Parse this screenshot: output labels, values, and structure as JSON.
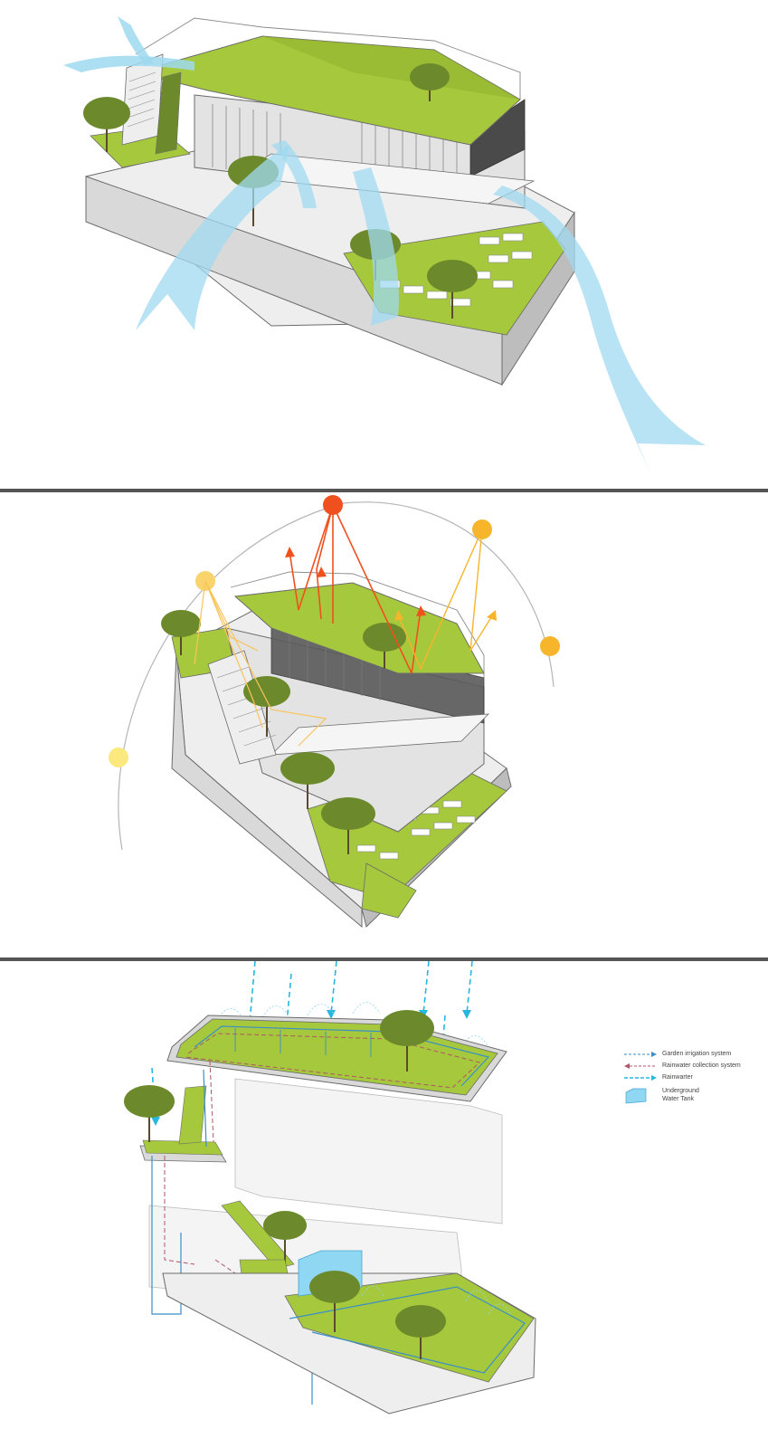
{
  "colors": {
    "greenroof": "#a6c83c",
    "greenroof_dark": "#8fb02e",
    "concrete": "#d9d9d9",
    "concrete_dark": "#bdbdbd",
    "outline": "#6b6b6b",
    "wind": "#9fd9f0",
    "sun_red": "#f0501e",
    "sun_orange": "#f7b52b",
    "sun_pale": "#f9d36b",
    "sun_light": "#fbe97d",
    "irrigation": "#3a8fc8",
    "rain_collect": "#b0566a",
    "rainwater": "#26b7e0",
    "tank": "#8fd7f2",
    "divider": "#555555",
    "tree_canopy": "#6c8a2c",
    "tree_trunk": "#5a4a2e"
  },
  "legend": {
    "irrigation_label": "Garden irrigation system",
    "collection_label": "Rainwater collection system",
    "rainwater_label": "Rainwarter",
    "tank_label_line1": "Underground",
    "tank_label_line2": "Water Tank"
  }
}
